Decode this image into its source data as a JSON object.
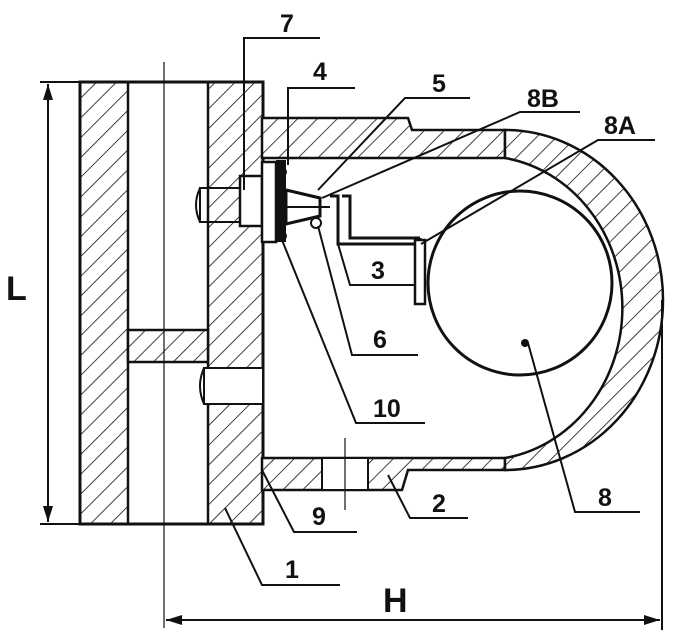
{
  "diagram": {
    "dimension_labels": {
      "height": "L",
      "width": "H"
    },
    "part_labels": {
      "p1": "1",
      "p2": "2",
      "p3": "3",
      "p4": "4",
      "p5": "5",
      "p6": "6",
      "p7": "7",
      "p8": "8",
      "p8a": "8A",
      "p8b": "8B",
      "p9": "9",
      "p10": "10"
    },
    "colors": {
      "ink": "#111111",
      "background": "#ffffff"
    }
  }
}
